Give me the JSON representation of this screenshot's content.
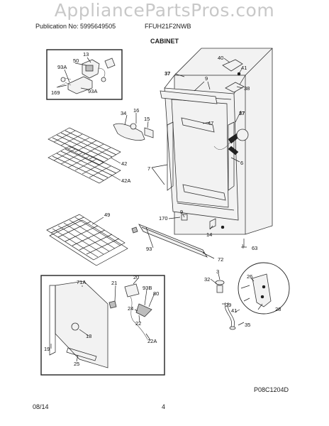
{
  "watermark": "AppliancePartsPros.com",
  "header": {
    "publication": "Publication No: 5995649505",
    "model": "FFUH21F2NWB",
    "title": "CABINET"
  },
  "footer": {
    "date": "08/14",
    "page": "4",
    "figure_id": "P08C1204D"
  },
  "callouts": {
    "c13": "13",
    "c50": "50",
    "c93a_1": "93A",
    "c169": "169",
    "c93a_2": "93A",
    "c40": "40",
    "c41a": "41",
    "c38": "38",
    "c37a": "37",
    "c9a": "9",
    "c37b": "37",
    "c16": "16",
    "c34": "34",
    "c15": "15",
    "c47": "47",
    "c6": "6",
    "c7": "7",
    "c42": "42",
    "c42a": "42A",
    "c49": "49",
    "c9b": "9",
    "c170": "170",
    "c14": "14",
    "c93": "93",
    "c72": "72",
    "c63": "63",
    "c3": "3",
    "c32": "32",
    "c26": "26",
    "c71a": "71A",
    "c20": "20",
    "c21": "21",
    "c93b": "93B",
    "c80": "80",
    "c24": "24",
    "c22": "22",
    "c18": "18",
    "c19": "19",
    "c22a": "22A",
    "c25": "25",
    "c29": "29",
    "c41b": "41",
    "c28": "28",
    "c35": "35"
  }
}
